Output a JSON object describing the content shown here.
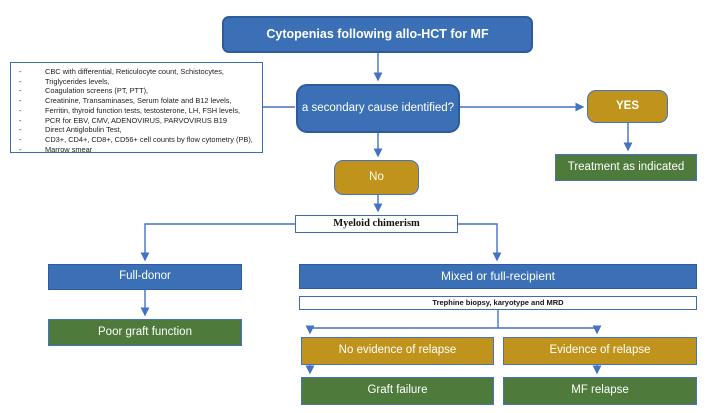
{
  "flowchart": {
    "title": "Cytopenias following allo-HCT for MF",
    "secondary_cause": "a secondary cause identified?",
    "yes": "YES",
    "treatment": "Treatment as indicated",
    "no": "No",
    "myeloid_chimerism": "Myeloid chimerism",
    "full_donor": "Full-donor",
    "poor_graft_function": "Poor graft function",
    "mixed_or_full_recipient": "Mixed or full-recipient",
    "trephine": "Trephine biopsy, karyotype and MRD",
    "no_evidence_of_relapse": "No evidence of relapse",
    "evidence_of_relapse": "Evidence of relapse",
    "graft_failure": "Graft failure",
    "mf_relapse": "MF relapse"
  },
  "checklist": {
    "bullet": "-",
    "items": [
      "CBC with differential, Reticulocyte count, Schistocytes,",
      "Triglycerides levels,",
      "Coagulation screens (PT, PTT),",
      "Creatinine, Transaminases, Serum folate and B12 levels,",
      "Ferritin, thyroid function tests, testosterone, LH, FSH levels,",
      "PCR for EBV, CMV, ADENOVIRUS, PARVOVIRUS B19",
      "Direct Antiglobulin Test,",
      "CD3+, CD4+, CD8+, CD56+ cell counts by flow cytometry (PB),",
      "Marrow smear"
    ]
  },
  "colors": {
    "box_blue": "#3b70b6",
    "box_blue_border": "#2e5b9c",
    "box_gold": "#c0931c",
    "box_green": "#4e7b3b",
    "connector_blue": "#4472c4",
    "background": "#ffffff"
  }
}
